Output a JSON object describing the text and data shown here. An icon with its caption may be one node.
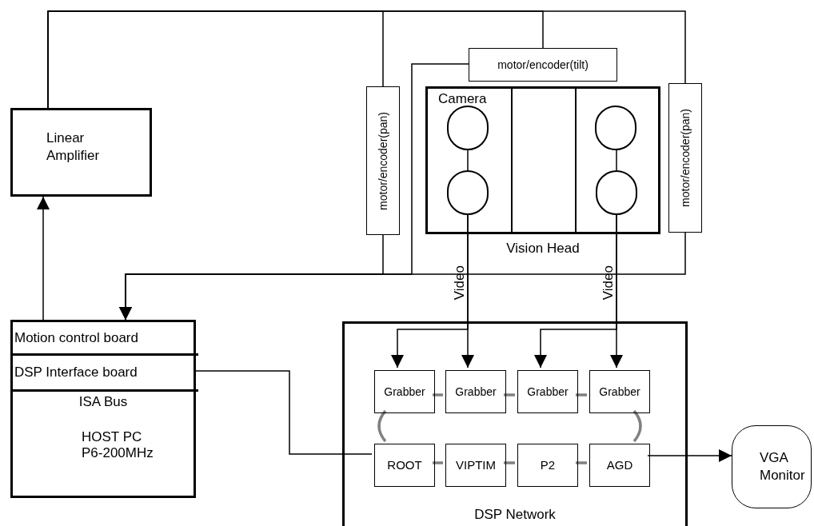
{
  "diagram": {
    "nodes": [
      {
        "text": [
          "Linear Amplifier"
        ]
      },
      {
        "text": [
          "ISA Bus",
          "HOST PC P6-200MHz"
        ]
      },
      {
        "text": [
          "Motion control board"
        ],
        "in": 1
      },
      {
        "text": [
          "DSP Interface board"
        ],
        "in": 1
      },
      {
        "text": [
          "motor/encoder(pan)"
        ]
      },
      {
        "text": [
          "motor/encoder(tilt)"
        ]
      },
      {
        "text": [
          "Vision Head"
        ]
      },
      {
        "text": [],
        "shape": "circle",
        "in": 6
      },
      {
        "text": [],
        "shape": "circle",
        "in": 6
      },
      {
        "text": [],
        "shape": "circle",
        "in": 6
      },
      {
        "text": [],
        "shape": "circle",
        "in": 6
      },
      {
        "text": [
          "motor/encoder(pan)"
        ]
      },
      {
        "text": [
          "DSP Network"
        ]
      },
      {
        "text": [
          "Grabber"
        ],
        "in": 12
      },
      {
        "text": [
          "Grabber"
        ],
        "in": 12
      },
      {
        "text": [
          "Grabber"
        ],
        "in": 12
      },
      {
        "text": [
          "Grabber"
        ],
        "in": 12
      },
      {
        "text": [
          "ROOT"
        ],
        "in": 12
      },
      {
        "text": [
          "VIPTIM"
        ],
        "in": 12
      },
      {
        "text": [
          "P2"
        ],
        "in": 12
      },
      {
        "text": [
          "AGD"
        ],
        "in": 12
      },
      {
        "text": [
          "VGA Monitor"
        ]
      }
    ],
    "edges": [
      {
        "from": 2,
        "to": 0,
        "arrow": "to"
      },
      {
        "from": 0,
        "to": 4,
        "arrow": "none"
      },
      {
        "from": 0,
        "to": 5,
        "arrow": "none"
      },
      {
        "from": 0,
        "to": 11,
        "arrow": "none"
      },
      {
        "from": 4,
        "to": 2,
        "arrow": "to"
      },
      {
        "from": 5,
        "to": 2,
        "arrow": "to"
      },
      {
        "from": 11,
        "to": 2,
        "arrow": "to"
      },
      {
        "from": 7,
        "to": 8,
        "arrow": "none"
      },
      {
        "from": 9,
        "to": 10,
        "arrow": "none"
      },
      {
        "from": 8,
        "to": 13,
        "arrow": "to"
      },
      {
        "from": 8,
        "to": 14,
        "arrow": "to",
        "label": "Video"
      },
      {
        "from": 10,
        "to": 15,
        "arrow": "to"
      },
      {
        "from": 10,
        "to": 16,
        "arrow": "to",
        "label": "Video"
      },
      {
        "from": 3,
        "to": 17,
        "arrow": "none"
      },
      {
        "from": 20,
        "to": 21,
        "arrow": "to"
      },
      {
        "from": 13,
        "to": 14,
        "arrow": "none",
        "style": "thick",
        "color": "#808080"
      },
      {
        "from": 14,
        "to": 15,
        "arrow": "none",
        "style": "thick",
        "color": "#808080"
      },
      {
        "from": 15,
        "to": 16,
        "arrow": "none",
        "style": "thick",
        "color": "#808080"
      },
      {
        "from": 17,
        "to": 18,
        "arrow": "none",
        "style": "thick",
        "color": "#808080"
      },
      {
        "from": 18,
        "to": 19,
        "arrow": "none",
        "style": "thick",
        "color": "#808080"
      },
      {
        "from": 19,
        "to": 20,
        "arrow": "none",
        "style": "thick",
        "color": "#808080"
      },
      {
        "from": 13,
        "to": 17,
        "arrow": "none",
        "style": "thick",
        "color": "#808080"
      },
      {
        "from": 16,
        "to": 20,
        "arrow": "none",
        "style": "thick",
        "color": "#808080"
      }
    ],
    "labels": [
      "Camera"
    ]
  }
}
